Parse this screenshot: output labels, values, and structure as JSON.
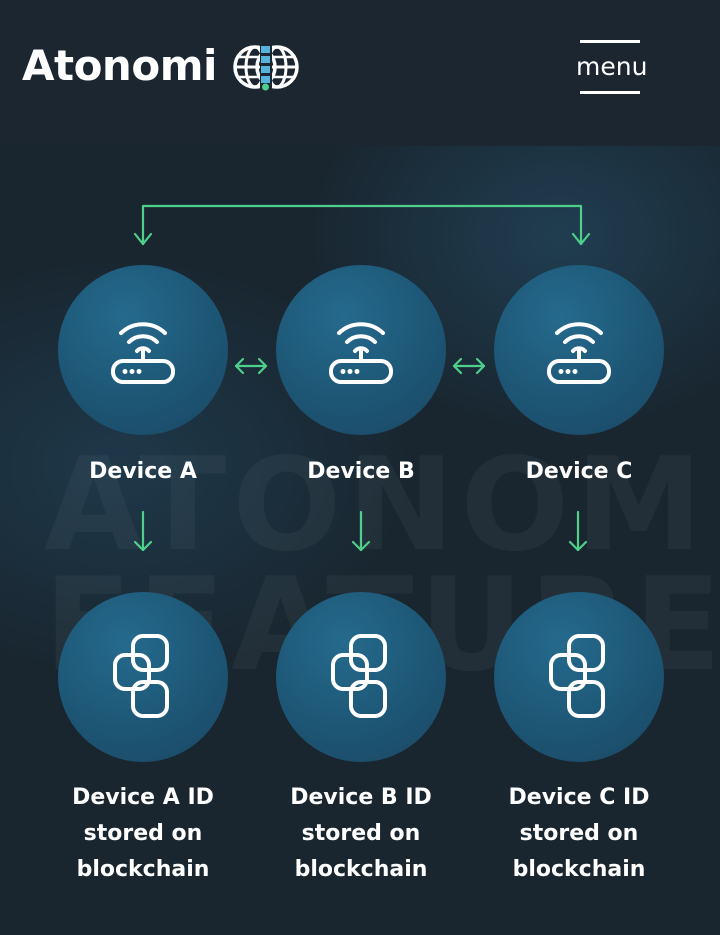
{
  "header": {
    "logo_text": "Atonomi",
    "menu_label": "menu"
  },
  "watermark": {
    "line1": "ATONOMI",
    "line2": "FEATURES"
  },
  "devices": [
    {
      "label": "Device A",
      "id_label": [
        "Device A ID",
        "stored on",
        "blockchain"
      ]
    },
    {
      "label": "Device B",
      "id_label": [
        "Device B ID",
        "stored on",
        "blockchain"
      ]
    },
    {
      "label": "Device C",
      "id_label": [
        "Device C ID",
        "stored on",
        "blockchain"
      ]
    }
  ],
  "colors": {
    "arrow": "#4fd08a",
    "circle": "#1d5675",
    "background": "#1a262f"
  },
  "icons": {
    "device": "wifi-router-icon",
    "chain": "chain-link-icon",
    "logo": "globe-icon"
  }
}
